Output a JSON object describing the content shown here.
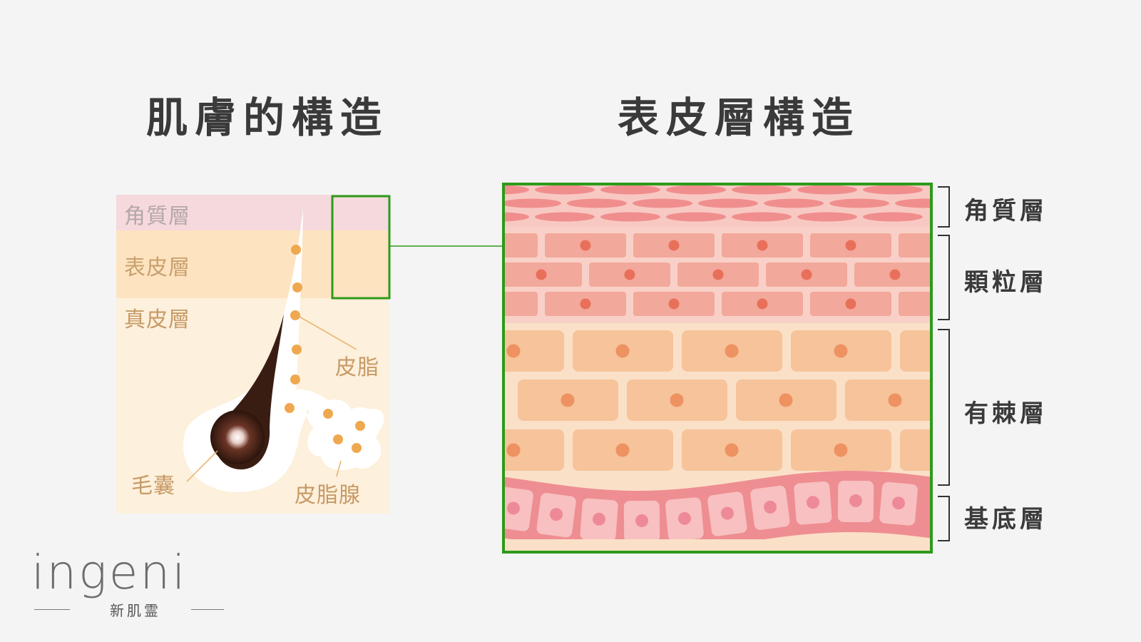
{
  "titles": {
    "skin_structure": "肌膚的構造",
    "epidermis_structure": "表皮層構造"
  },
  "skin_diagram": {
    "layers": [
      "角質層",
      "表皮層",
      "真皮層"
    ],
    "labels": {
      "sebum": "皮脂",
      "hair_follicle": "毛囊",
      "sebaceous_gland": "皮脂腺"
    }
  },
  "epidermis_diagram": {
    "layers": [
      "角質層",
      "顆粒層",
      "有棘層",
      "基底層"
    ]
  },
  "brand": {
    "wordmark": "ingeni",
    "subtitle": "新肌霊"
  },
  "colors": {
    "highlight_box": "#2e9a1a",
    "stratum_corneum": "#f6d9dc",
    "epidermis": "#fde3c0",
    "dermis": "#fdf0dc",
    "sebum_dot": "#f0a850",
    "hair": "#3a1d12",
    "granular_cell": "#f2a89a",
    "spinous_cell": "#f6c39a",
    "basal_cell": "#f7b3b6"
  }
}
